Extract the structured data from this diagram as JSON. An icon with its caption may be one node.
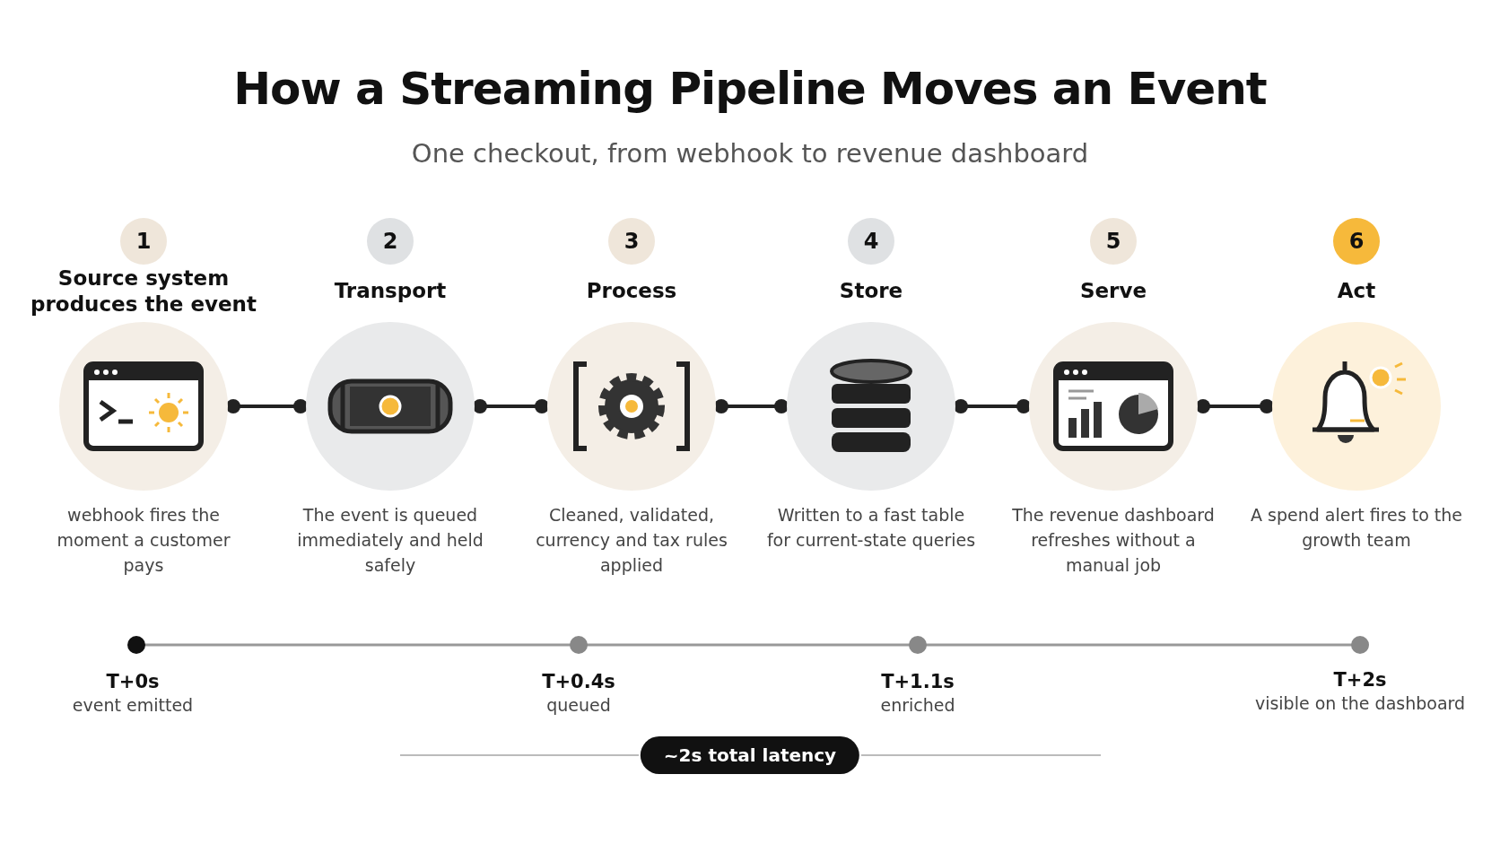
{
  "diagram": {
    "title": "How a Streaming Pipeline Moves an Event",
    "nodes": [
      {
        "text": [
          "Source system produces the event"
        ],
        "beside": [
          "1",
          "webhook fires the moment a customer pays"
        ]
      },
      {
        "text": [
          "Transport"
        ],
        "beside": [
          "2",
          "The event is queued immediately and held safely"
        ]
      },
      {
        "text": [
          "Process"
        ],
        "beside": [
          "3",
          "Cleaned, validated, currency and tax rules applied"
        ]
      },
      {
        "text": [
          "Store"
        ],
        "beside": [
          "4",
          "Written to a fast table for current-state queries"
        ]
      },
      {
        "text": [
          "Serve"
        ],
        "beside": [
          "5",
          "The revenue dashboard refreshes without a manual job"
        ]
      },
      {
        "text": [
          "Act"
        ],
        "beside": [
          "6",
          "A spend alert fires to the growth team"
        ]
      }
    ],
    "edges": [
      {
        "from": 0,
        "to": 1,
        "arrow": "other"
      },
      {
        "from": 1,
        "to": 2,
        "arrow": "other"
      },
      {
        "from": 2,
        "to": 3,
        "arrow": "other"
      },
      {
        "from": 3,
        "to": 4,
        "arrow": "other"
      },
      {
        "from": 4,
        "to": 5,
        "arrow": "other"
      }
    ],
    "labels": [
      "One checkout, from webhook to revenue dashboard",
      "T+0s",
      "event emitted",
      "T+0.4s",
      "queued",
      "T+1.1s",
      "enriched",
      "T+2s",
      "visible on the dashboard",
      "~2s total latency"
    ]
  }
}
